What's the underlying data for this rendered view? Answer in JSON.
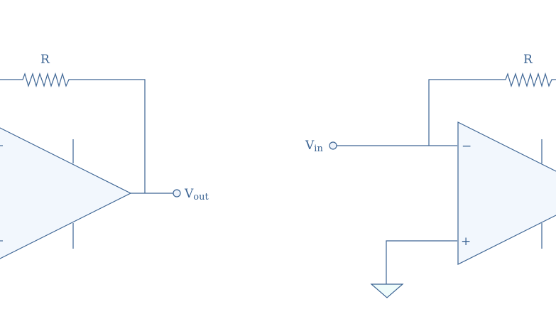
{
  "colors": {
    "wire": "#3d6594",
    "opamp_fill": "#f2f7fd",
    "ground_fill": "#effcfb",
    "supply": "#8aa2bf"
  },
  "left_circuit": {
    "resistor_label": "R",
    "output_label": "V",
    "output_sub": "out"
  },
  "right_circuit": {
    "resistor_label": "R",
    "input_label": "V",
    "input_sub": "in",
    "minus": "−",
    "plus": "+"
  }
}
